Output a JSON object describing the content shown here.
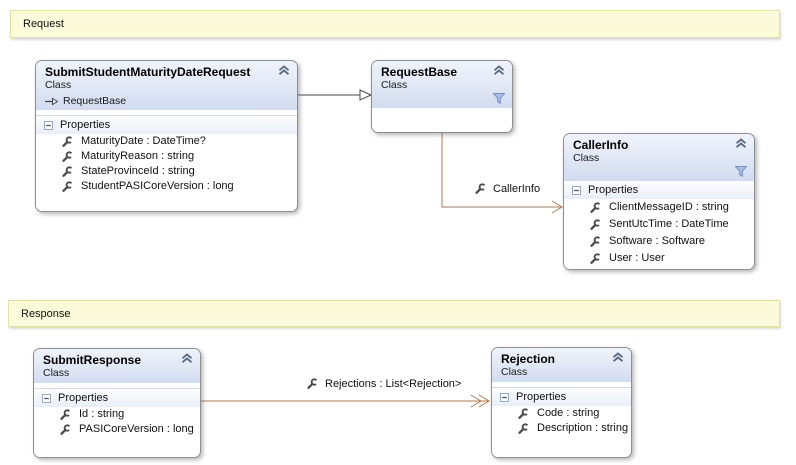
{
  "diagram": {
    "comments": {
      "request": {
        "label": "Request"
      },
      "response": {
        "label": "Response"
      }
    },
    "classes": {
      "submit_request": {
        "name": "SubmitStudentMaturityDateRequest",
        "stereotype": "Class",
        "base_type": "RequestBase",
        "compartment_label": "Properties",
        "properties": [
          "MaturityDate : DateTime?",
          "MaturityReason : string",
          "StateProvinceId : string",
          "StudentPASICoreVersion : long"
        ]
      },
      "request_base": {
        "name": "RequestBase",
        "stereotype": "Class"
      },
      "caller_info": {
        "name": "CallerInfo",
        "stereotype": "Class",
        "compartment_label": "Properties",
        "properties": [
          "ClientMessageID : string",
          "SentUtcTime : DateTime",
          "Software : Software",
          "User : User"
        ]
      },
      "submit_response": {
        "name": "SubmitResponse",
        "stereotype": "Class",
        "compartment_label": "Properties",
        "properties": [
          "Id : string",
          "PASICoreVersion : long"
        ]
      },
      "rejection": {
        "name": "Rejection",
        "stereotype": "Class",
        "compartment_label": "Properties",
        "properties": [
          "Code : string",
          "Description : string"
        ]
      }
    },
    "associations": {
      "caller_info": {
        "label": "CallerInfo"
      },
      "rejections": {
        "label": "Rejections : List<Rejection>"
      }
    },
    "icons": {
      "collapse": "collapse-chevron-icon",
      "filter": "filter-funnel-icon",
      "wrench": "property-wrench-icon",
      "minus": "collapse-minus-icon",
      "base_arrow": "inheritance-arrow-icon"
    },
    "colors": {
      "association_line": "#b5794c",
      "inheritance_line": "#4a4a4a",
      "comment_bg": "#fbfbd9",
      "comment_border": "#e0e2a4",
      "header_gradient_top": "#eff3fb",
      "header_gradient_bottom": "#d2dcf0",
      "box_border": "#8e8e8e",
      "filter_icon_fill": "#aabfe4",
      "wrench_icon": "#4a4a4a"
    }
  }
}
